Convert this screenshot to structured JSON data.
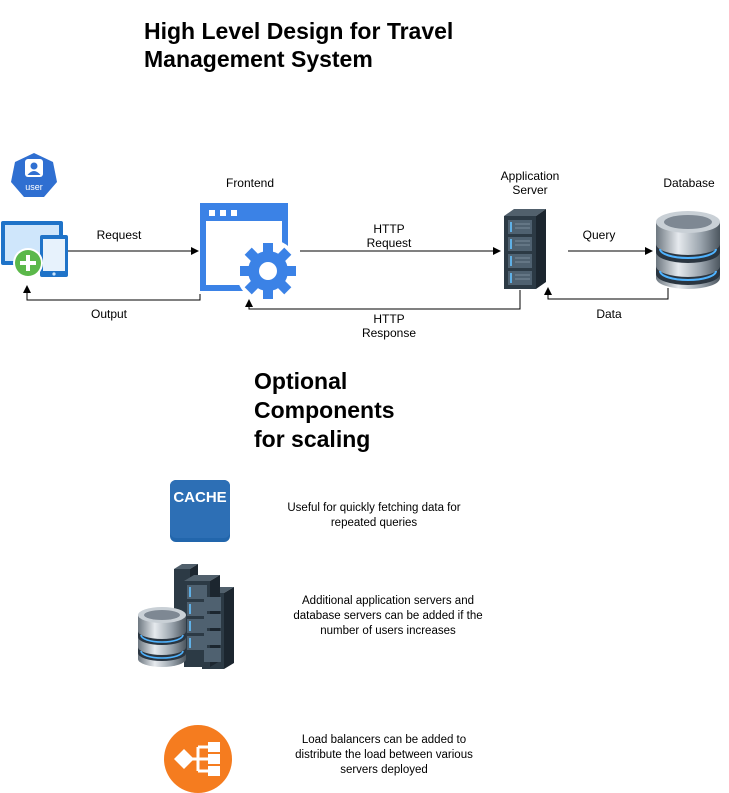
{
  "title": {
    "line1": "High Level Design for Travel",
    "line2": "Management System"
  },
  "nodes": {
    "user": {
      "badge": "user"
    },
    "frontend": {
      "label": "Frontend"
    },
    "app_server": {
      "label_line1": "Application",
      "label_line2": "Server"
    },
    "database": {
      "label": "Database"
    }
  },
  "edges": {
    "request": "Request",
    "output": "Output",
    "http_request_line1": "HTTP",
    "http_request_line2": "Request",
    "http_response_line1": "HTTP",
    "http_response_line2": "Response",
    "query": "Query",
    "data": "Data"
  },
  "optional": {
    "title_line1": "Optional",
    "title_line2": "Components",
    "title_line3": "for scaling",
    "items": [
      {
        "icon": "cache-icon",
        "badge": "CACHE",
        "desc_line1": "Useful for quickly fetching data for",
        "desc_line2": "repeated queries"
      },
      {
        "icon": "server-cluster-icon",
        "desc_line1": "Additional application servers and",
        "desc_line2": "database servers can be added if the",
        "desc_line3": "number of users increases"
      },
      {
        "icon": "load-balancer-icon",
        "desc_line1": "Load balancers can be added to",
        "desc_line2": "distribute the load between various",
        "desc_line3": "servers deployed"
      }
    ]
  },
  "colors": {
    "blue": "#2f7ed8",
    "frontend_blue": "#3b82e6",
    "green": "#5bb84a",
    "cache_blue": "#2d6fb5",
    "orange": "#f57c1f",
    "server_dark": "#26343f"
  }
}
